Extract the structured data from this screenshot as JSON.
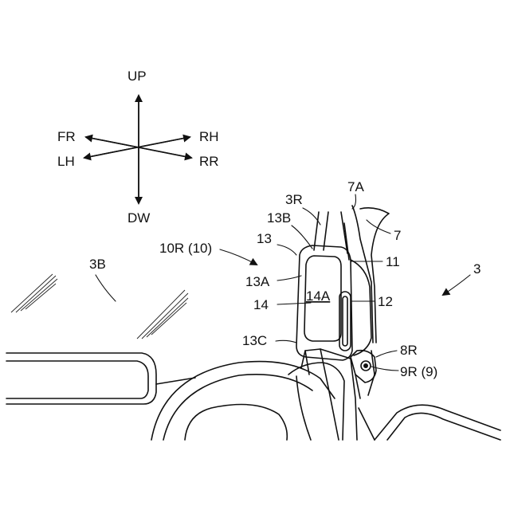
{
  "orientation": {
    "up": "UP",
    "down": "DW",
    "front": "FR",
    "left": "LH",
    "right": "RH",
    "rear": "RR"
  },
  "labels": {
    "vehicle": "3",
    "windshield": "3B",
    "pillar_right": "3R",
    "pillar_trim": "7",
    "pillar_trim_part": "7A",
    "device_ref": "10R (10)",
    "bracket": "11",
    "light": "12",
    "housing": "13",
    "housing_front": "13A",
    "housing_top": "13B",
    "housing_bottom": "13C",
    "display": "14",
    "display_screen": "14A",
    "mirror_base": "8R",
    "camera_ref": "9R (9)"
  }
}
